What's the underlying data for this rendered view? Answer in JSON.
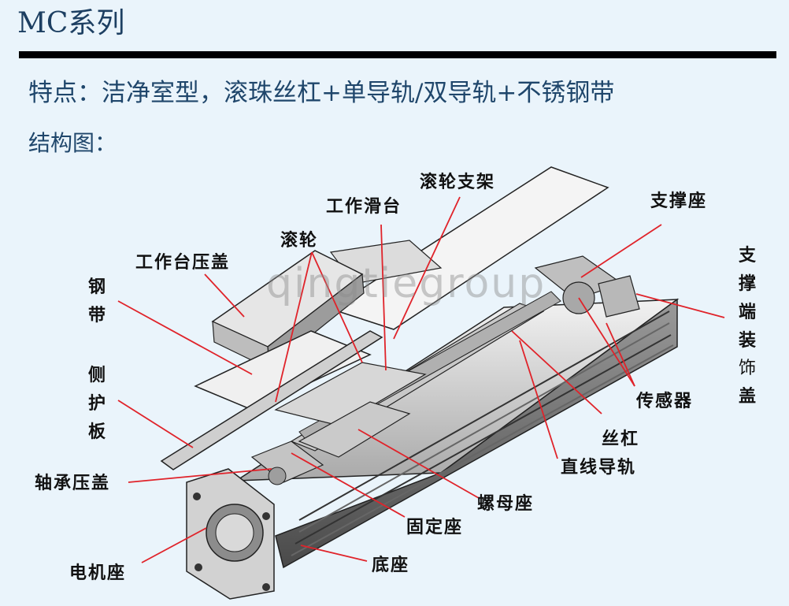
{
  "title": "MC系列",
  "feature": "特点：洁净室型，滚珠丝杠+单导轨/双导轨+不锈钢带",
  "structure_heading": "结构图：",
  "watermark": "qingtiegroup",
  "labels": {
    "roller_bracket": "滚轮支架",
    "work_slide": "工作滑台",
    "roller": "滚轮",
    "table_cover": "工作台压盖",
    "steel_belt": "钢带",
    "side_guard": "侧护板",
    "bearing_cover": "轴承压盖",
    "motor_seat": "电机座",
    "fixed_seat": "固定座",
    "base": "底座",
    "nut_seat": "螺母座",
    "linear_guide": "直线导轨",
    "screw": "丝杠",
    "sensor": "传感器",
    "support_seat": "支撑座",
    "support_end_cover_1": "支撑端装",
    "support_end_cover_2": "饰",
    "support_end_cover_3": "盖"
  },
  "colors": {
    "accent": "#e0232a",
    "title": "#1d3f62",
    "text": "#1f466b"
  }
}
